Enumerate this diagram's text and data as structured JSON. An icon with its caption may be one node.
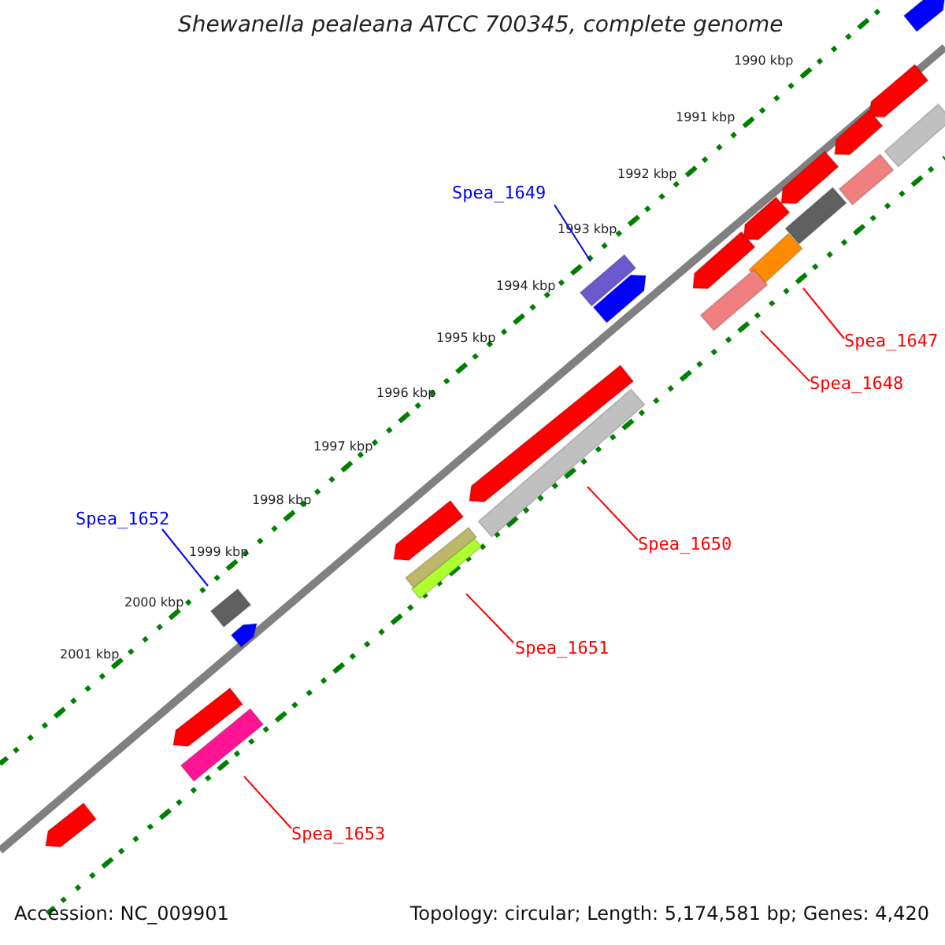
{
  "diagram": {
    "title": "Shewanella pealeana ATCC 700345, complete genome",
    "nodes": [
      {
        "text": [
          "Spea_1649"
        ]
      },
      {
        "text": [],
        "shape": "bar"
      },
      {
        "text": [
          "Spea_1647"
        ]
      },
      {
        "text": [],
        "shape": "bar"
      },
      {
        "text": [
          "Spea_1648"
        ]
      },
      {
        "text": [],
        "shape": "bar"
      },
      {
        "text": [
          "Spea_1652"
        ]
      },
      {
        "text": [],
        "shape": "bar"
      },
      {
        "text": [
          "Spea_1650"
        ]
      },
      {
        "text": [],
        "shape": "bar"
      },
      {
        "text": [
          "Spea_1651"
        ]
      },
      {
        "text": [],
        "shape": "bar"
      },
      {
        "text": [
          "Spea_1653"
        ]
      },
      {
        "text": [],
        "shape": "bar"
      },
      {
        "text": [],
        "shape": "pentagon"
      },
      {
        "text": [],
        "shape": "pentagon"
      },
      {
        "text": [],
        "shape": "pentagon"
      },
      {
        "text": [],
        "shape": "pentagon"
      },
      {
        "text": [],
        "shape": "pentagon"
      },
      {
        "text": [],
        "shape": "pentagon"
      },
      {
        "text": [],
        "shape": "pentagon"
      },
      {
        "text": [],
        "shape": "pentagon"
      },
      {
        "text": [],
        "shape": "pentagon"
      },
      {
        "text": [],
        "shape": "bar"
      },
      {
        "text": [],
        "shape": "bar"
      },
      {
        "text": [],
        "shape": "bar"
      },
      {
        "text": [],
        "shape": "bar"
      },
      {
        "text": [],
        "shape": "pentagon"
      },
      {
        "text": [],
        "shape": "pentagon"
      },
      {
        "text": [],
        "shape": "pentagon"
      }
    ],
    "edges": [
      {
        "from": 0,
        "to": 1,
        "arrow": "none",
        "color": "#0000ff"
      },
      {
        "from": 2,
        "to": 3,
        "arrow": "none"
      },
      {
        "from": 4,
        "to": 5,
        "arrow": "none"
      },
      {
        "from": 6,
        "to": 7,
        "arrow": "none",
        "color": "#0000ff"
      },
      {
        "from": 8,
        "to": 9,
        "arrow": "none"
      },
      {
        "from": 10,
        "to": 11,
        "arrow": "none"
      },
      {
        "from": 12,
        "to": 13,
        "arrow": "none"
      }
    ],
    "labels": [
      "1990 kbp",
      "1991 kbp",
      "1992 kbp",
      "1993 kbp",
      "1994 kbp",
      "1995 kbp",
      "1996 kbp",
      "1997 kbp",
      "1998 kbp",
      "1999 kbp",
      "2000 kbp",
      "2001 kbp",
      "Accession: NC_009901",
      "Topology: circular; Length: 5,174,581 bp; Genes: 4,420"
    ]
  }
}
